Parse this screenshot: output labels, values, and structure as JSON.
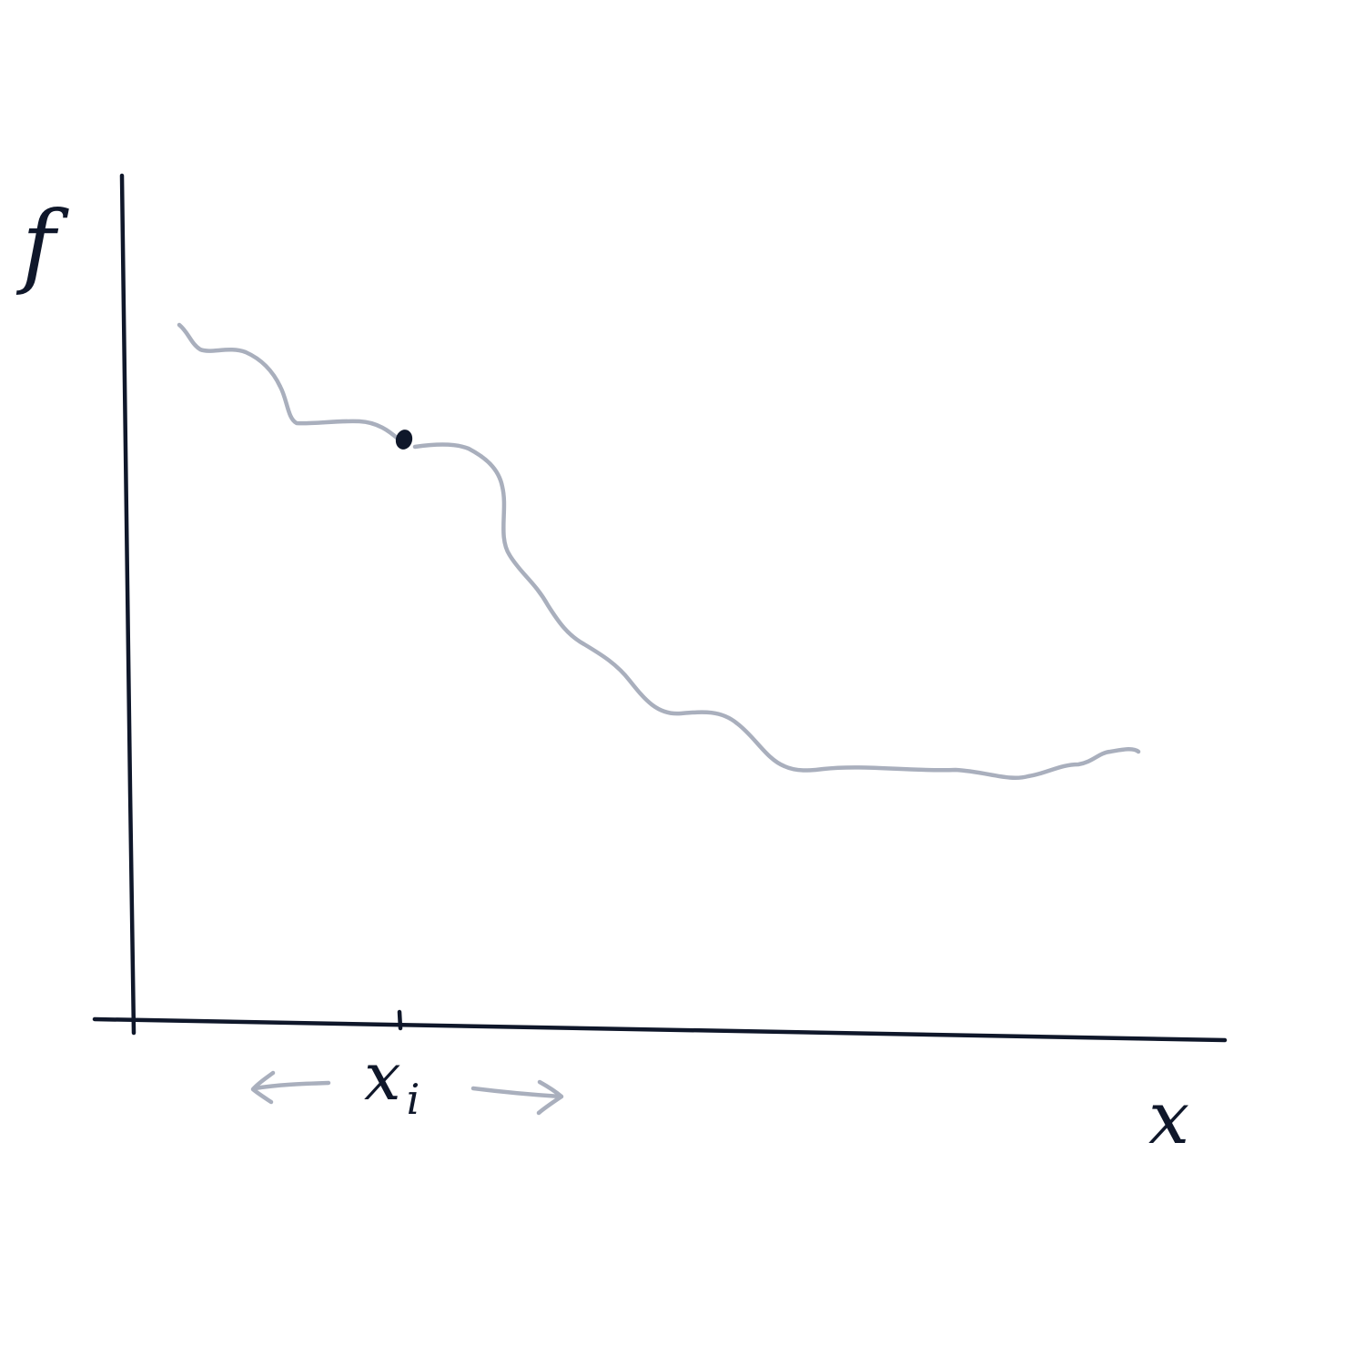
{
  "labels": {
    "y_axis": "f",
    "x_axis": "x",
    "point_main": "x",
    "point_sub": "i"
  },
  "colors": {
    "ink": "#0f172a",
    "curve": "#a9afbd",
    "arrows": "#a9afbd",
    "background": "#ffffff"
  },
  "icons": {
    "left_arrow": "left-arrow-icon",
    "right_arrow": "right-arrow-icon"
  }
}
